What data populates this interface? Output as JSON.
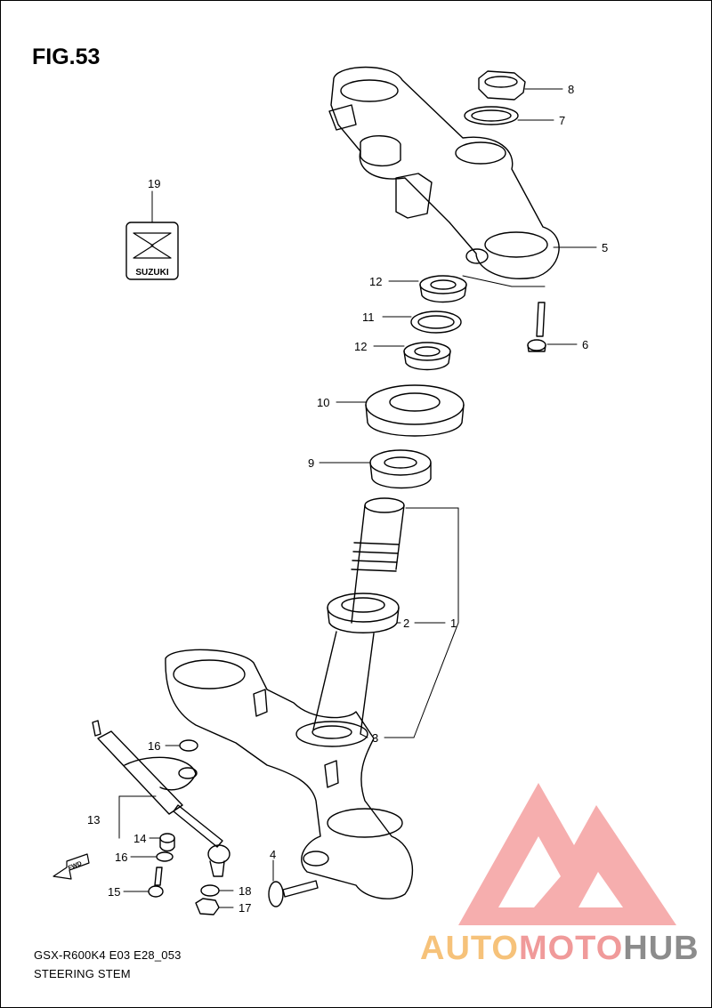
{
  "figure": {
    "title": "FIG.53"
  },
  "footer": {
    "code": "GSX-R600K4 E03 E28_053",
    "section": "STEERING STEM"
  },
  "logo": {
    "brand": "SUZUKI"
  },
  "fwd_label": "FWD",
  "watermark": {
    "part1": "AUTO",
    "part2": "MOTO",
    "part3": "HUB"
  },
  "callouts": {
    "c1": "1",
    "c2": "2",
    "c3": "3",
    "c4": "4",
    "c5": "5",
    "c6": "6",
    "c7": "7",
    "c8": "8",
    "c9": "9",
    "c10": "10",
    "c11": "11",
    "c12a": "12",
    "c12b": "12",
    "c13": "13",
    "c14": "14",
    "c15": "15",
    "c16a": "16",
    "c16b": "16",
    "c17": "17",
    "c18": "18",
    "c19": "19"
  },
  "colors": {
    "line": "#000000",
    "watermark_red": "#f08f8f",
    "watermark_orange": "#f6c27a",
    "watermark_gray": "#8c8c8c"
  }
}
